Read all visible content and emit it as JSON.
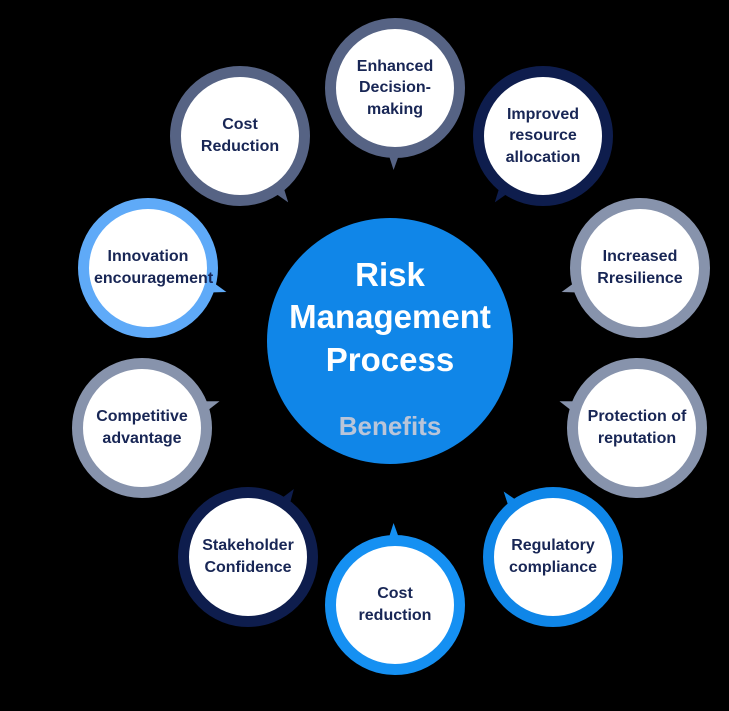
{
  "diagram": {
    "background_color": "#000000",
    "center": {
      "title": "Risk Management Process",
      "subtitle": "Benefits",
      "bg_color": "#1086E8",
      "title_color": "#FFFFFF",
      "subtitle_color": "#B9C5D9"
    },
    "label_text_color": "#182655",
    "satellites": [
      {
        "label": "Enhanced Decision-making",
        "ring_color": "#566384"
      },
      {
        "label": "Improved resource allocation",
        "ring_color": "#0E1D4D"
      },
      {
        "label": "Increased Rresilience",
        "ring_color": "#8793AC"
      },
      {
        "label": "Protection of reputation",
        "ring_color": "#8793AC"
      },
      {
        "label": "Regulatory compliance",
        "ring_color": "#0F86E8"
      },
      {
        "label": "Cost reduction",
        "ring_color": "#1590F2"
      },
      {
        "label": "Stakeholder Confidence",
        "ring_color": "#0E1D4D"
      },
      {
        "label": "Competitive advantage",
        "ring_color": "#8793AC"
      },
      {
        "label": "Innovation encouragement",
        "ring_color": "#5FAAF8"
      },
      {
        "label": "Cost Reduction",
        "ring_color": "#566384"
      }
    ]
  }
}
